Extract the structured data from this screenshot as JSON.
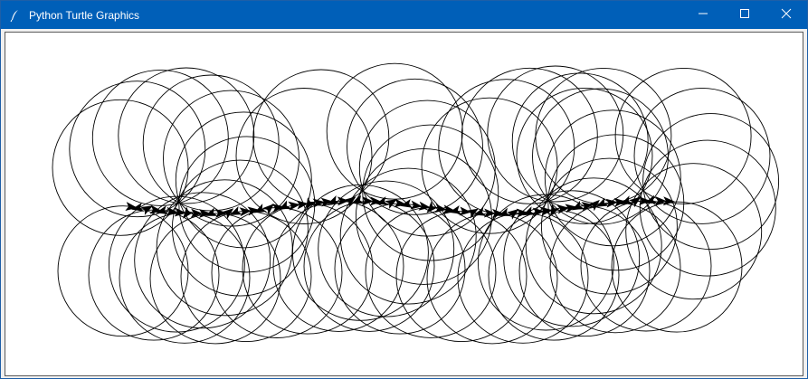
{
  "window": {
    "title": "Python Turtle Graphics",
    "title_bar_color": "#005fb8"
  },
  "controls": {
    "minimize": "minimize-icon",
    "maximize": "maximize-icon",
    "close": "close-icon"
  },
  "canvas": {
    "background": "#ffffff",
    "stroke_color": "#000000",
    "figure": "overlapping circles drawn along a wavy baseline with turtle arrowheads",
    "turtle_shape": "arrow",
    "groups": 4
  }
}
